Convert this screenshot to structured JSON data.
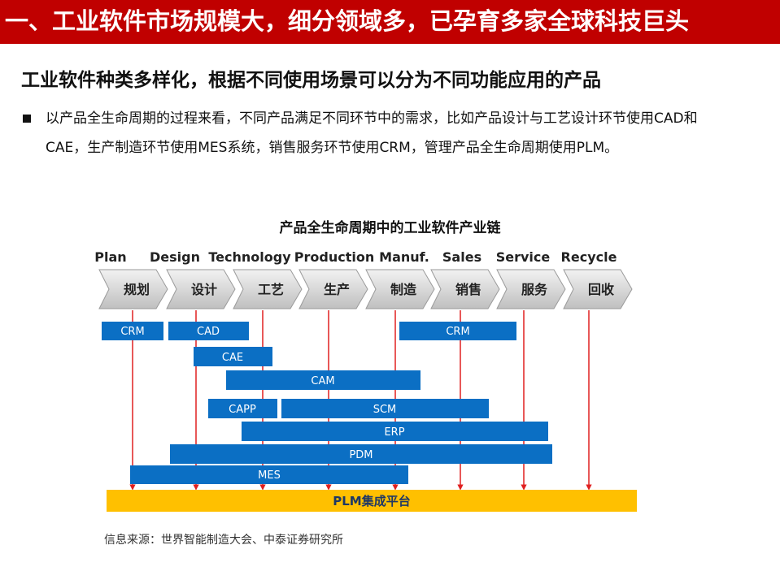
{
  "header": {
    "title": "一、工业软件市场规模大，细分领域多，已孕育多家全球科技巨头"
  },
  "subtitle": "工业软件种类多样化，根据不同使用场景可以分为不同功能应用的产品",
  "bullet": "以产品全生命周期的过程来看，不同产品满足不同环节中的需求，比如产品设计与工艺设计环节使用CAD和CAE，生产制造环节使用MES系统，销售服务环节使用CRM，管理产品全生命周期使用PLM。",
  "diagram": {
    "title": "产品全生命周期中的工业软件产业链",
    "stages": [
      {
        "en": "Plan",
        "zh": "规划"
      },
      {
        "en": "Design",
        "zh": "设计"
      },
      {
        "en": "Technology",
        "zh": "工艺"
      },
      {
        "en": "Production",
        "zh": "生产"
      },
      {
        "en": "Manuf.",
        "zh": "制造"
      },
      {
        "en": "Sales",
        "zh": "销售"
      },
      {
        "en": "Service",
        "zh": "服务"
      },
      {
        "en": "Recycle",
        "zh": "回收"
      }
    ],
    "bars": [
      {
        "label": "CRM"
      },
      {
        "label": "CAD"
      },
      {
        "label": "CRM"
      },
      {
        "label": "CAE"
      },
      {
        "label": "CAM"
      },
      {
        "label": "CAPP"
      },
      {
        "label": "SCM"
      },
      {
        "label": "ERP"
      },
      {
        "label": "PDM"
      },
      {
        "label": "MES"
      }
    ],
    "platform": {
      "label": "PLM集成平台"
    },
    "colors": {
      "bar": "#0b6fc4",
      "chevron": "#d9d9d9",
      "platform": "#ffc000",
      "arrow": "#e02020"
    }
  },
  "source": "信息来源：世界智能制造大会、中泰证券研究所"
}
